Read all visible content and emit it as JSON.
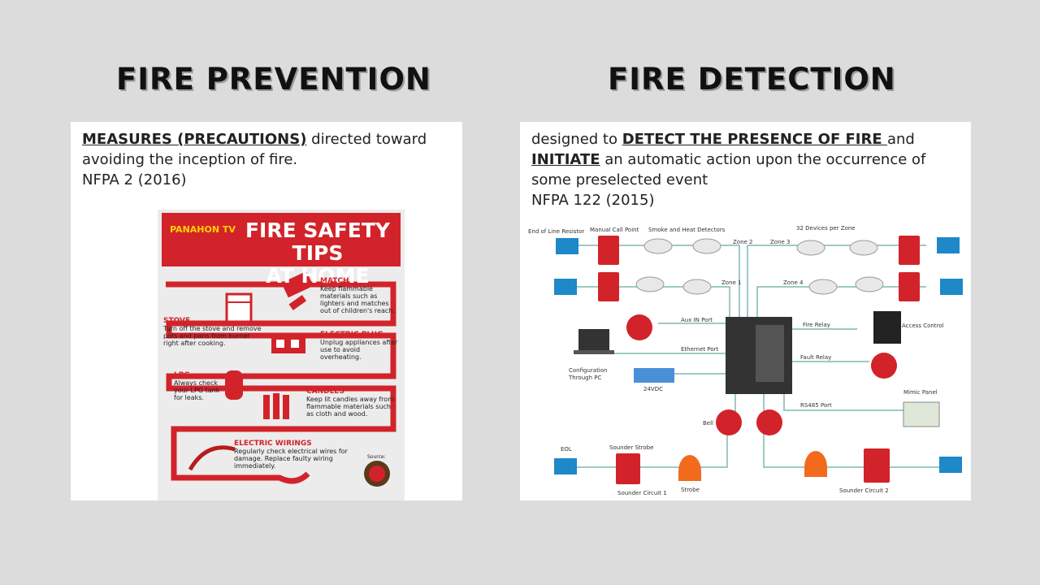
{
  "left": {
    "title": "FIRE PREVENTION",
    "def_bold": "MEASURES (PRECAUTIONS)",
    "def_rest1": " directed toward",
    "def_line2": "avoiding the inception of fire.",
    "def_source": "NFPA 2 (2016)",
    "infographic": {
      "logo": "PANAHON TV",
      "title_line1": "FIRE SAFETY TIPS",
      "title_line2": "AT HOME",
      "tips": [
        {
          "title": "MATCH",
          "text": "Keep flammable materials such as lighters and matches out of children's reach."
        },
        {
          "title": "STOVE",
          "text": "Turn off the stove and remove pots and pans from burner right after cooking."
        },
        {
          "title": "ELECTRIC PLUG",
          "text": "Unplug appliances after use to avoid overheating."
        },
        {
          "title": "LPG",
          "text": "Always check your LPG tank for leaks."
        },
        {
          "title": "CANDLES",
          "text": "Keep lit candles away from flammable materials such as cloth and wood."
        },
        {
          "title": "ELECTRIC WIRINGS",
          "text": "Regularly check electrical wires for damage. Replace faulty wiring immediately."
        }
      ],
      "source_label": "Source:"
    }
  },
  "right": {
    "title": "FIRE DETECTION",
    "def_pre": "designed to ",
    "def_bold1": "DETECT THE PRESENCE OF FIRE ",
    "def_mid": "and",
    "def_bold2": "INITIATE",
    "def_rest": " an automatic action upon the occurrence of",
    "def_line3": "some preselected event",
    "def_source": "NFPA 122 (2015)",
    "diagram": {
      "labels": {
        "eol_resistor": "End of Line Resistor",
        "manual_call_point": "Manual Call Point",
        "smoke_heat": "Smoke and Heat Detectors",
        "devices_zone": "32 Devices per Zone",
        "zone1": "Zone 1",
        "zone2": "Zone 2",
        "zone3": "Zone 3",
        "zone4": "Zone 4",
        "aux_in": "Aux IN Port",
        "ethernet": "Ethernet Port",
        "fire_relay": "Fire Relay",
        "access_control": "Access Control",
        "fault_relay": "Fault Relay",
        "config": "Configuration",
        "config2": "Through PC",
        "vdc": "24VDC",
        "rs485": "RS485 Port",
        "mimic": "Mimic Panel",
        "bell": "Bell",
        "eol": "EOL",
        "sounder_strobe": "Sounder Strobe",
        "sounder1": "Sounder Circuit 1",
        "strobe": "Strobe",
        "sounder2": "Sounder Circuit 2"
      }
    }
  },
  "colors": {
    "red": "#d2232a",
    "blue": "#1e88c8",
    "line": "#7fb8b0"
  }
}
